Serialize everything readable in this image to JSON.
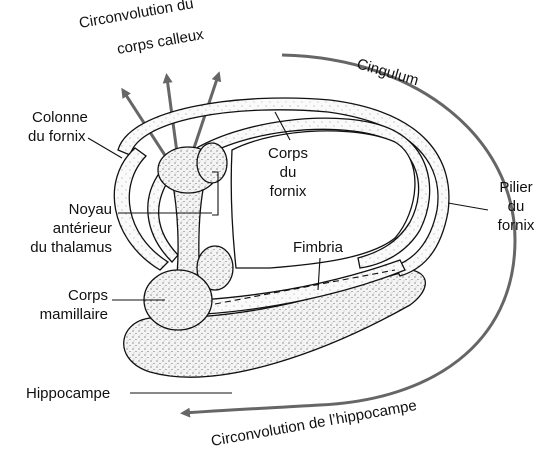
{
  "labels": {
    "circ_calleux_1": "Circonvolution du",
    "circ_calleux_2": "corps calleux",
    "cingulum": "Cingulum",
    "colonne_1": "Colonne",
    "colonne_2": "du fornix",
    "corps_fornix_1": "Corps",
    "corps_fornix_2": "du",
    "corps_fornix_3": "fornix",
    "pilier_1": "Pilier",
    "pilier_2": "du",
    "pilier_3": "fornix",
    "noyau_1": "Noyau",
    "noyau_2": "antérieur",
    "noyau_3": "du thalamus",
    "fimbria": "Fimbria",
    "corps_mam_1": "Corps",
    "corps_mam_2": "mamillaire",
    "hippocampe": "Hippocampe",
    "circ_hippo": "Circonvolution de l’hippocampe"
  },
  "colors": {
    "arrow": "#666666",
    "line": "#111111",
    "stipple": "#555555"
  }
}
